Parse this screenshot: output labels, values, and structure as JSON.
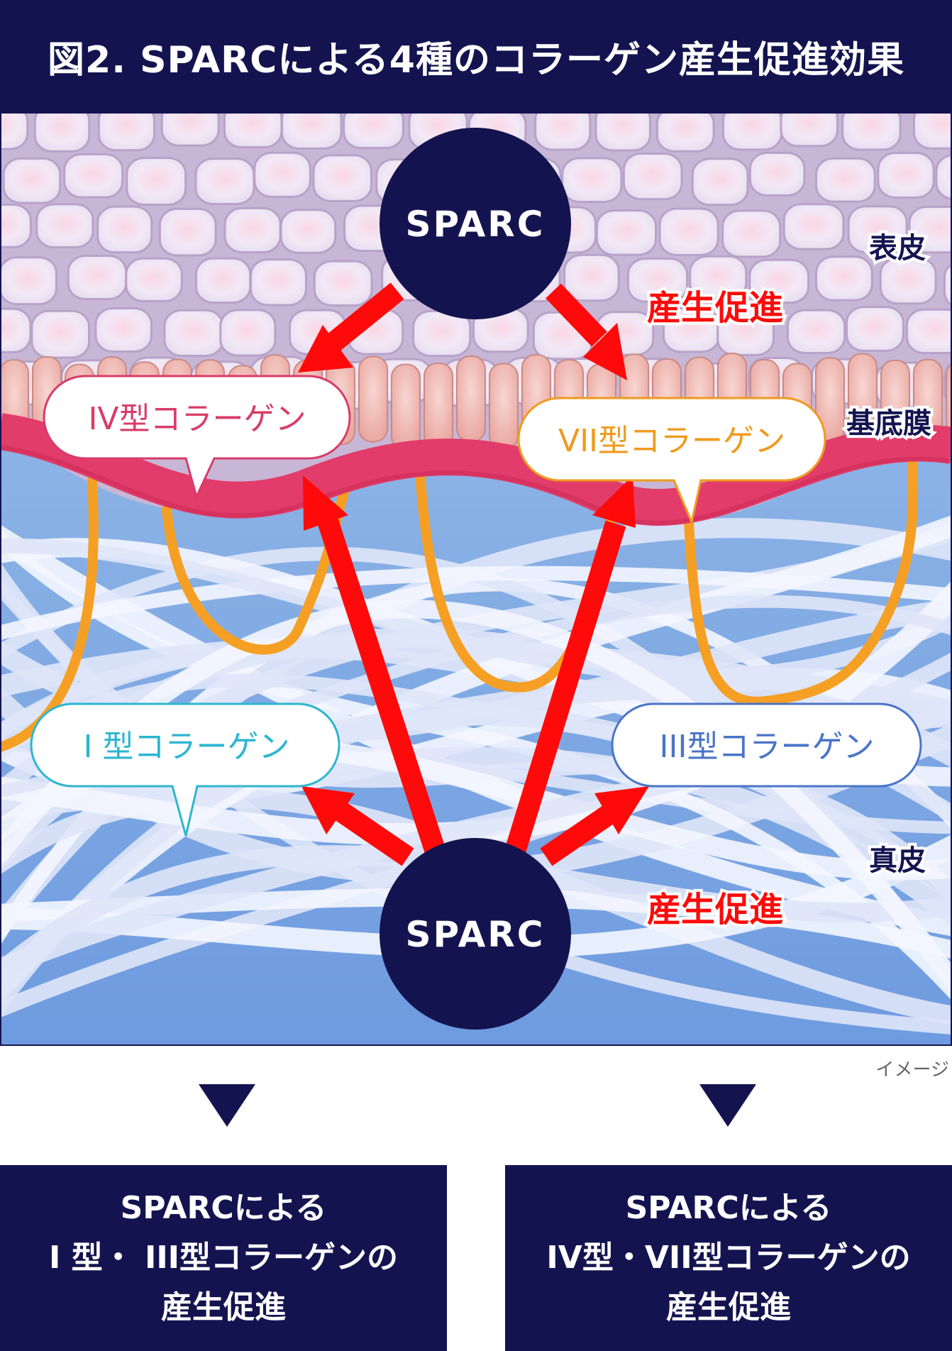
{
  "title": "図2. SPARCによる4種のコラーゲン産生促進効果",
  "scene": {
    "sparc_top": "SPARC",
    "sparc_bottom": "SPARC",
    "effect_top": "産生促進",
    "effect_bottom": "産生促進",
    "layer_epidermis": "表皮",
    "layer_basement": "基底膜",
    "layer_dermis": "真皮",
    "collagen_iv": "IV型コラーゲン",
    "collagen_vii": "VII型コラーゲン",
    "collagen_i": "I 型コラーゲン",
    "collagen_iii": "III型コラーゲン"
  },
  "image_note": "イメージ",
  "results": {
    "left": {
      "line1": "SPARCによる",
      "line2": "I 型・ III型コラーゲンの",
      "line3": "産生促進"
    },
    "right": {
      "line1": "SPARCによる",
      "line2": "IV型・VII型コラーゲンの",
      "line3": "産生促進"
    }
  },
  "colors": {
    "navy": "#13144f",
    "arrow_red": "#ff0a0a",
    "basement_membrane": "#e23c6a",
    "anchoring_fibril": "#f5a024",
    "collagen_iv_text": "#d83c6a",
    "collagen_vii_text": "#f09a1e",
    "collagen_i_text": "#2cb6d0",
    "collagen_iii_text": "#4a74c8"
  }
}
